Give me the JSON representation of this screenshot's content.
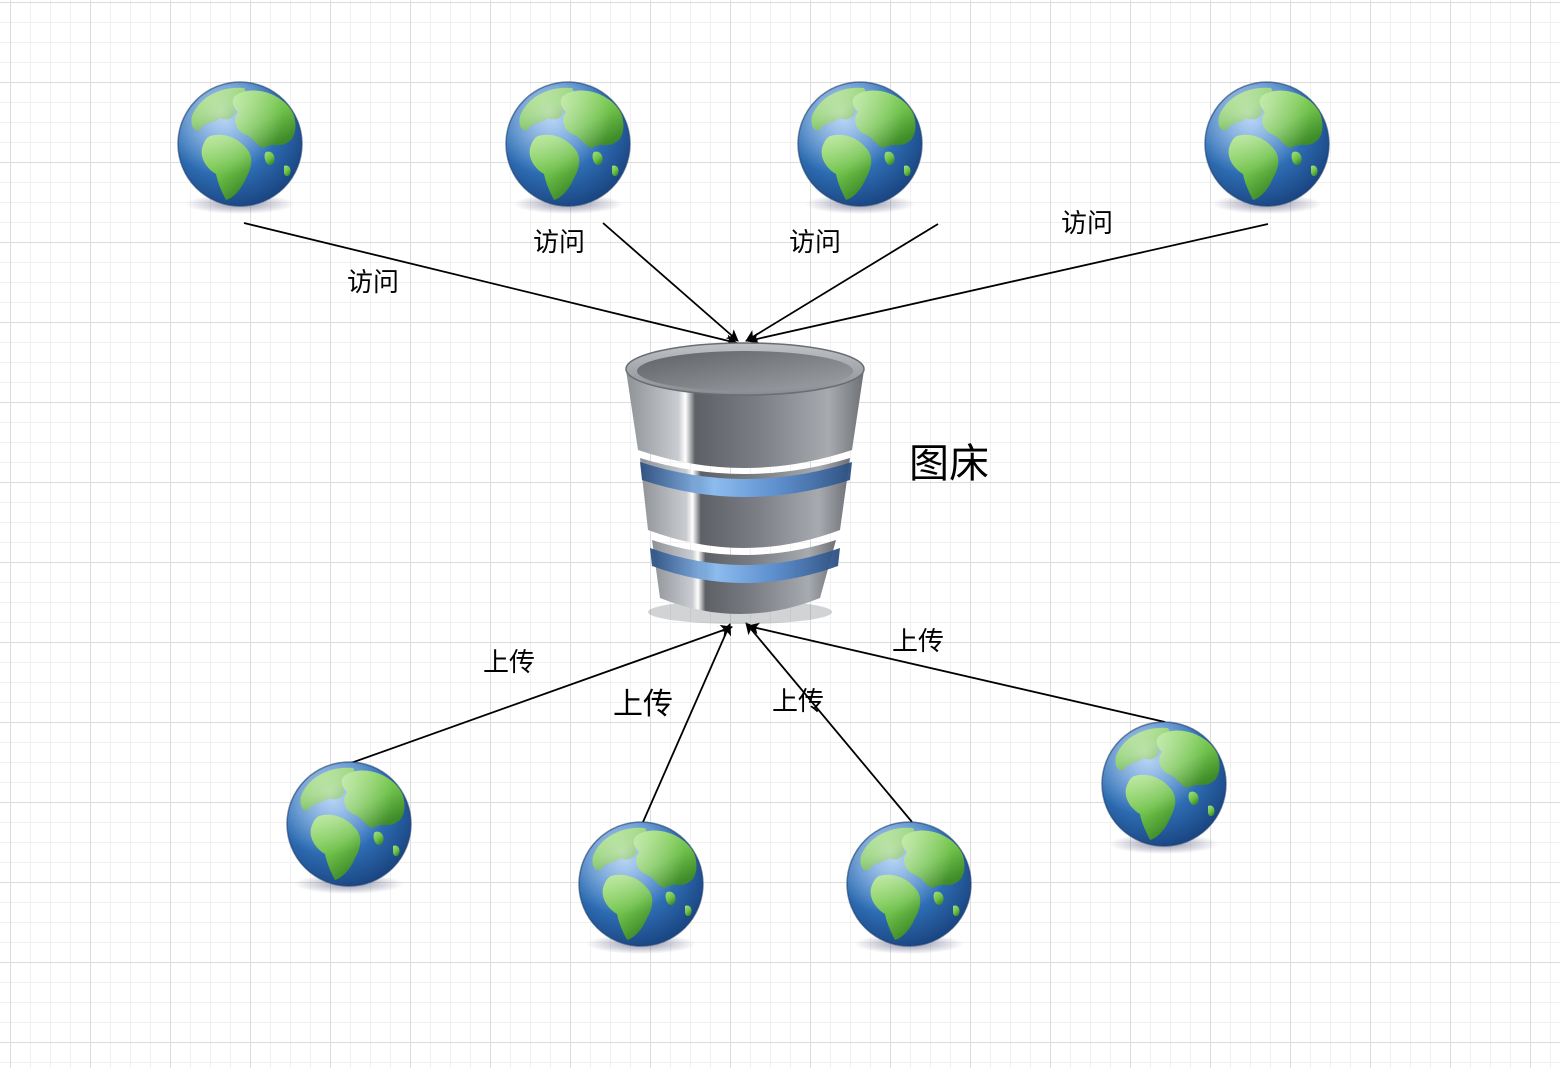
{
  "diagram": {
    "center_label": "图床",
    "access_label": "访问",
    "upload_label": "上传"
  },
  "access_edges": [
    {
      "label": "访问"
    },
    {
      "label": "访问"
    },
    {
      "label": "访问"
    },
    {
      "label": "访问"
    }
  ],
  "upload_edges": [
    {
      "label": "上传"
    },
    {
      "label": "上传"
    },
    {
      "label": "上传"
    },
    {
      "label": "上传"
    }
  ],
  "icons": {
    "client": "globe-icon",
    "server": "database-icon"
  },
  "colors": {
    "edge": "#000000",
    "globe_ocean": "#2f6fb6",
    "globe_land": "#6fc14a",
    "database_body": "#7f8388",
    "database_ring": "#5b8fd1"
  }
}
